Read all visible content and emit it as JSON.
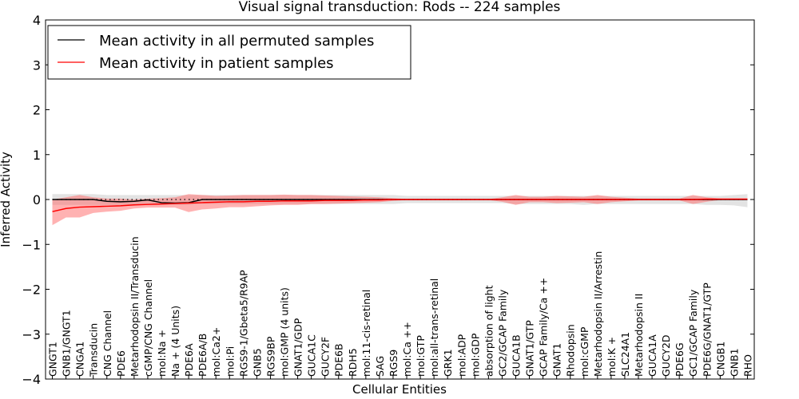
{
  "chart_data": {
    "type": "line",
    "title": "Visual signal transduction: Rods -- 224 samples",
    "xlabel": "Cellular Entities",
    "ylabel": "Inferred Activity",
    "ylim": [
      -4,
      4
    ],
    "yticks": [
      "−4",
      "−3",
      "−2",
      "−1",
      "0",
      "1",
      "2",
      "3",
      "4"
    ],
    "legend_position": "top-left",
    "categories": [
      "GNGT1",
      "GNB1/GNGT1",
      "CNGA1",
      "Transducin",
      "CNG Channel",
      "PDE6",
      "Metarhodopsin II/Transducin",
      "cGMP/CNG Channel",
      "mol:Na +",
      "Na + (4 Units)",
      "PDE6A",
      "PDE6A/B",
      "mol:Ca2+",
      "mol:Pi",
      "RGS9-1/Gbeta5/R9AP",
      "GNB5",
      "RGS9BP",
      "mol:GMP (4 units)",
      "GNAT1/GDP",
      "GUCA1C",
      "GUCY2F",
      "PDE6B",
      "RDH5",
      "mol:11-cis-retinal",
      "SAG",
      "RGS9",
      "mol:Ca ++",
      "mol:GTP",
      "mol:all-trans-retinal",
      "GRK1",
      "mol:ADP",
      "mol:GDP",
      "absorption of light",
      "GC2/GCAP Family",
      "GUCA1B",
      "GNAT1/GTP",
      "GCAP Family/Ca ++",
      "GNAT1",
      "Rhodopsin",
      "mol:cGMP",
      "Metarhodopsin II/Arrestin",
      "mol:K +",
      "SLC24A1",
      "Metarhodopsin II",
      "GUCA1A",
      "GUCY2D",
      "PDE6G",
      "GC1/GCAP Family",
      "PDE6G/GNAT1/GTP",
      "CNGB1",
      "GNB1",
      "RHO"
    ],
    "series": [
      {
        "name": "Mean activity in all permuted samples",
        "color": "#000000",
        "values": [
          0,
          0,
          0,
          0,
          -0.04,
          -0.05,
          -0.04,
          -0.01,
          -0.07,
          -0.08,
          -0.07,
          0,
          0,
          0,
          0,
          0,
          0,
          0,
          0,
          0,
          0,
          0,
          0,
          0,
          0,
          0,
          0,
          0,
          0,
          0,
          0,
          0,
          0,
          0,
          0,
          0,
          0,
          0,
          0,
          0,
          0,
          0,
          0,
          0,
          0,
          0,
          0,
          0,
          0,
          0,
          0,
          0
        ],
        "band_upper": [
          0.12,
          0.12,
          0.12,
          0.12,
          0.1,
          0.1,
          0.1,
          0.1,
          0.1,
          0.1,
          0.1,
          0.1,
          0.1,
          0.1,
          0.1,
          0.1,
          0.1,
          0.1,
          0.1,
          0.1,
          0.1,
          0.1,
          0.1,
          0.1,
          0.1,
          0.1,
          0.08,
          0.08,
          0.08,
          0.08,
          0.08,
          0.08,
          0.08,
          0.08,
          0.08,
          0.08,
          0.08,
          0.08,
          0.08,
          0.08,
          0.08,
          0.08,
          0.08,
          0.08,
          0.08,
          0.08,
          0.08,
          0.08,
          0.08,
          0.08,
          0.1,
          0.12
        ],
        "band_lower": [
          -0.12,
          -0.12,
          -0.12,
          -0.12,
          -0.12,
          -0.12,
          -0.12,
          -0.1,
          -0.12,
          -0.12,
          -0.12,
          -0.1,
          -0.1,
          -0.1,
          -0.1,
          -0.1,
          -0.1,
          -0.1,
          -0.1,
          -0.1,
          -0.1,
          -0.1,
          -0.1,
          -0.1,
          -0.1,
          -0.1,
          -0.08,
          -0.08,
          -0.08,
          -0.08,
          -0.08,
          -0.08,
          -0.08,
          -0.08,
          -0.1,
          -0.1,
          -0.1,
          -0.1,
          -0.1,
          -0.12,
          -0.1,
          -0.1,
          -0.1,
          -0.1,
          -0.1,
          -0.1,
          -0.1,
          -0.1,
          -0.12,
          -0.12,
          -0.13,
          -0.17
        ]
      },
      {
        "name": "Mean activity in patient samples",
        "color": "#ff0000",
        "values": [
          -0.27,
          -0.2,
          -0.17,
          -0.16,
          -0.15,
          -0.14,
          -0.12,
          -0.11,
          -0.1,
          -0.09,
          -0.08,
          -0.07,
          -0.06,
          -0.05,
          -0.05,
          -0.04,
          -0.04,
          -0.03,
          -0.03,
          -0.03,
          -0.02,
          -0.02,
          -0.02,
          -0.01,
          -0.01,
          0,
          0,
          0,
          0,
          0,
          0,
          0,
          0,
          0,
          0,
          0,
          0,
          0,
          0,
          0,
          0,
          0,
          0,
          0,
          0,
          0,
          0,
          0,
          0.01,
          0.01,
          0.01,
          0.01
        ],
        "band_upper": [
          0,
          0.05,
          0.1,
          0.05,
          0.02,
          0.02,
          0,
          0.02,
          0.03,
          0.05,
          0.12,
          0.1,
          0.08,
          0.09,
          0.1,
          0.1,
          0.1,
          0.11,
          0.1,
          0.1,
          0.09,
          0.08,
          0.07,
          0.06,
          0.05,
          0.03,
          0.01,
          0.01,
          0.01,
          0.01,
          0.01,
          0.01,
          0.01,
          0.05,
          0.1,
          0.06,
          0.06,
          0.08,
          0.07,
          0.06,
          0.1,
          0.06,
          0.04,
          0.02,
          0.02,
          0.02,
          0.02,
          0.1,
          0.05,
          0.02,
          0.02,
          0.02
        ],
        "band_lower": [
          -0.57,
          -0.4,
          -0.4,
          -0.3,
          -0.27,
          -0.25,
          -0.2,
          -0.18,
          -0.18,
          -0.18,
          -0.28,
          -0.22,
          -0.2,
          -0.17,
          -0.17,
          -0.15,
          -0.13,
          -0.12,
          -0.12,
          -0.1,
          -0.1,
          -0.09,
          -0.08,
          -0.07,
          -0.06,
          -0.03,
          -0.01,
          -0.01,
          -0.01,
          -0.01,
          -0.01,
          -0.01,
          -0.01,
          -0.05,
          -0.12,
          -0.06,
          -0.06,
          -0.08,
          -0.07,
          -0.06,
          -0.1,
          -0.06,
          -0.04,
          -0.02,
          -0.02,
          -0.02,
          -0.02,
          -0.1,
          -0.05,
          -0.01,
          0,
          0
        ]
      }
    ]
  }
}
